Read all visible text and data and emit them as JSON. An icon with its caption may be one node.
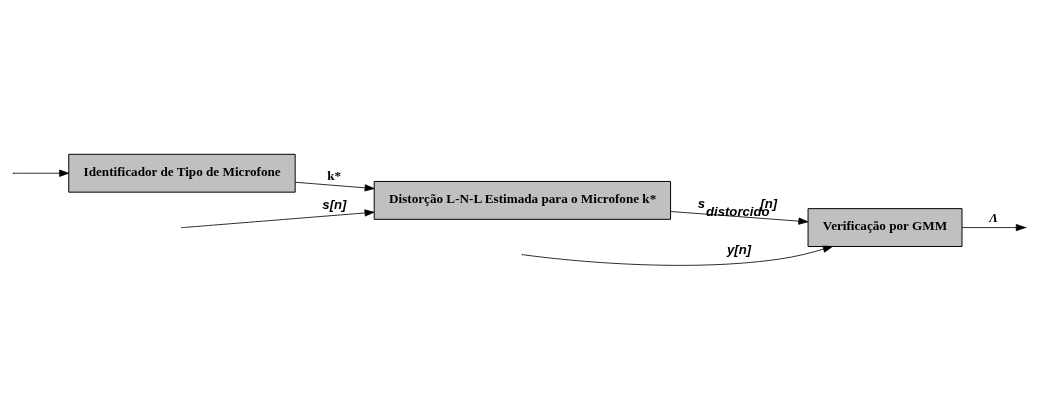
{
  "diagram": {
    "nodes": [
      {
        "text": [
          "Verificação por GMM"
        ]
      },
      {
        "text": [
          "Identificador de Tipo de Microfone"
        ]
      },
      {
        "text": [
          "Distorção L-N-L Estimada para o Microfone k*"
        ]
      }
    ],
    "edges": [
      {
        "from": null,
        "to": 0,
        "arrow": "to",
        "label": "y[n]"
      },
      {
        "from": null,
        "to": 1,
        "arrow": "to"
      },
      {
        "from": 1,
        "to": 2,
        "arrow": "to",
        "label": "k*"
      },
      {
        "from": 2,
        "to": 0,
        "arrow": "to",
        "label": "s$_{distorcido}$ [n]"
      },
      {
        "from": 0,
        "to": null,
        "arrow": "to",
        "label": "Λ"
      },
      {
        "from": null,
        "to": 2,
        "arrow": "to",
        "label": "s[n]"
      }
    ]
  }
}
